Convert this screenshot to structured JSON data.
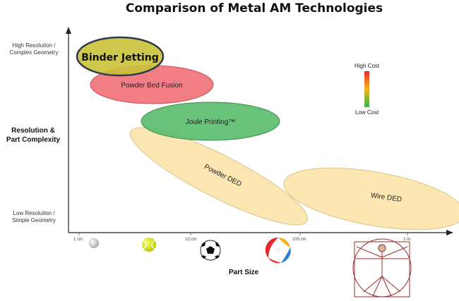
{
  "title": "Comparison of Metal AM Technologies",
  "y_axis": {
    "label_line1": "Resolution &",
    "label_line2": "Part Complexity",
    "top_line1": "High Resolution /",
    "top_line2": "Complex Geometry",
    "bottom_line1": "Low Resolution /",
    "bottom_line2": "Simple Geometry"
  },
  "x_axis": {
    "label": "Part Size",
    "ticks": [
      "1 cm",
      "10 cm",
      "100 cm",
      "1 m"
    ]
  },
  "legend": {
    "high": "High Cost",
    "low": "Low Cost",
    "gradient_top": "#e8262a",
    "gradient_mid": "#f2b418",
    "gradient_bottom": "#2fb84a"
  },
  "technologies": {
    "binder_jetting": "Binder Jetting",
    "powder_bed_fusion": "Powder Bed Fusion",
    "joule_printing": "Joule Printing™",
    "powder_ded": "Powder DED",
    "wire_ded": "Wire DED"
  },
  "colors": {
    "binder_jetting": "#c9c23a",
    "powder_bed_fusion": "#ef6f78",
    "joule_printing": "#58bb6a",
    "ded": "#fbe3a6"
  },
  "size_icons": [
    "pearl-icon",
    "tennis-ball-icon",
    "soccer-ball-icon",
    "beach-ball-icon",
    "vitruvian-man-icon"
  ]
}
